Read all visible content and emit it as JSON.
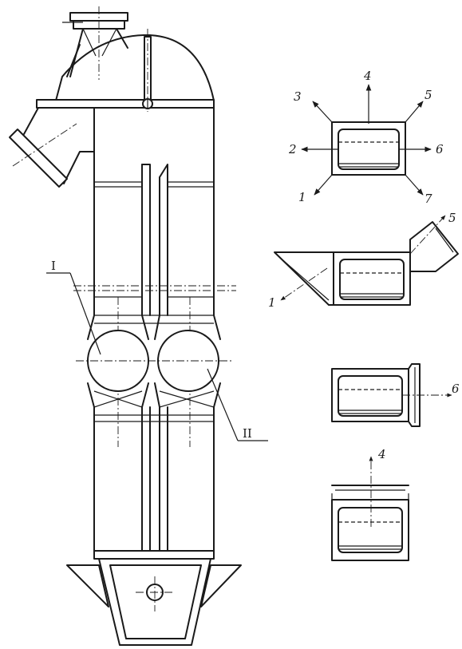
{
  "colors": {
    "ink": "#1a1a1a",
    "paper": "#ffffff"
  },
  "main_view": {
    "labels": {
      "section_left": "I",
      "section_right": "II"
    }
  },
  "discharge_diagram": {
    "directions": [
      "1",
      "2",
      "3",
      "4",
      "5",
      "6",
      "7"
    ]
  },
  "variant_a": {
    "labels": [
      "1",
      "5"
    ]
  },
  "variant_b": {
    "labels": [
      "6"
    ]
  },
  "variant_c": {
    "labels": [
      "4"
    ]
  }
}
